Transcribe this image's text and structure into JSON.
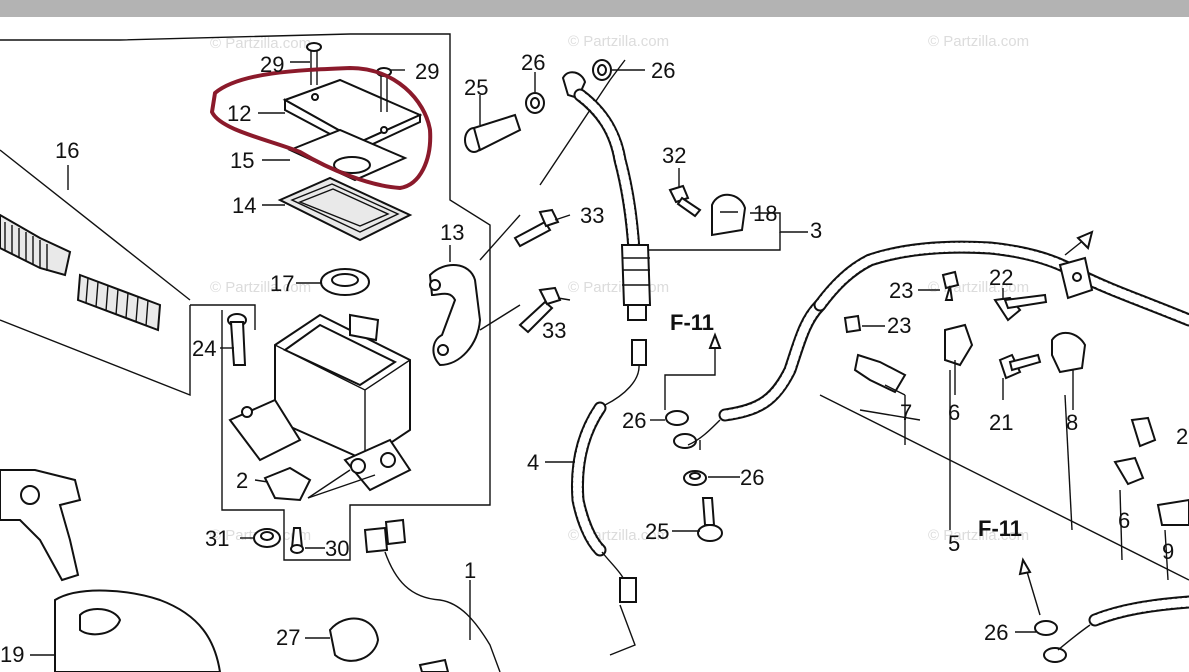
{
  "watermark": "© Partzilla.com",
  "callouts": [
    {
      "id": "c29a",
      "text": "29"
    },
    {
      "id": "c29b",
      "text": "29"
    },
    {
      "id": "c12",
      "text": "12"
    },
    {
      "id": "c15",
      "text": "15"
    },
    {
      "id": "c14",
      "text": "14"
    },
    {
      "id": "c16",
      "text": "16"
    },
    {
      "id": "c17",
      "text": "17"
    },
    {
      "id": "c13",
      "text": "13"
    },
    {
      "id": "c24",
      "text": "24"
    },
    {
      "id": "c2",
      "text": "2"
    },
    {
      "id": "c31",
      "text": "31"
    },
    {
      "id": "c30",
      "text": "30"
    },
    {
      "id": "c1",
      "text": "1"
    },
    {
      "id": "c27",
      "text": "27"
    },
    {
      "id": "c19",
      "text": "19"
    },
    {
      "id": "c25a",
      "text": "25"
    },
    {
      "id": "c26a",
      "text": "26"
    },
    {
      "id": "c26b",
      "text": "26"
    },
    {
      "id": "c33a",
      "text": "33"
    },
    {
      "id": "c33b",
      "text": "33"
    },
    {
      "id": "c32",
      "text": "32"
    },
    {
      "id": "c18",
      "text": "18"
    },
    {
      "id": "c3",
      "text": "3"
    },
    {
      "id": "cF11a",
      "text": "F-11"
    },
    {
      "id": "c4",
      "text": "4"
    },
    {
      "id": "c26c",
      "text": "26"
    },
    {
      "id": "c26d",
      "text": "26"
    },
    {
      "id": "c25b",
      "text": "25"
    },
    {
      "id": "c23a",
      "text": "23"
    },
    {
      "id": "c23b",
      "text": "23"
    },
    {
      "id": "c22",
      "text": "22"
    },
    {
      "id": "c7",
      "text": "7"
    },
    {
      "id": "c6a",
      "text": "6"
    },
    {
      "id": "c21",
      "text": "21"
    },
    {
      "id": "c8",
      "text": "8"
    },
    {
      "id": "c5",
      "text": "5"
    },
    {
      "id": "cF11b",
      "text": "F-11"
    },
    {
      "id": "c6b",
      "text": "6"
    },
    {
      "id": "c9",
      "text": "9"
    },
    {
      "id": "c2b",
      "text": "2"
    },
    {
      "id": "c26e",
      "text": "26"
    }
  ],
  "highlight": {
    "color": "#8b1a2b"
  }
}
